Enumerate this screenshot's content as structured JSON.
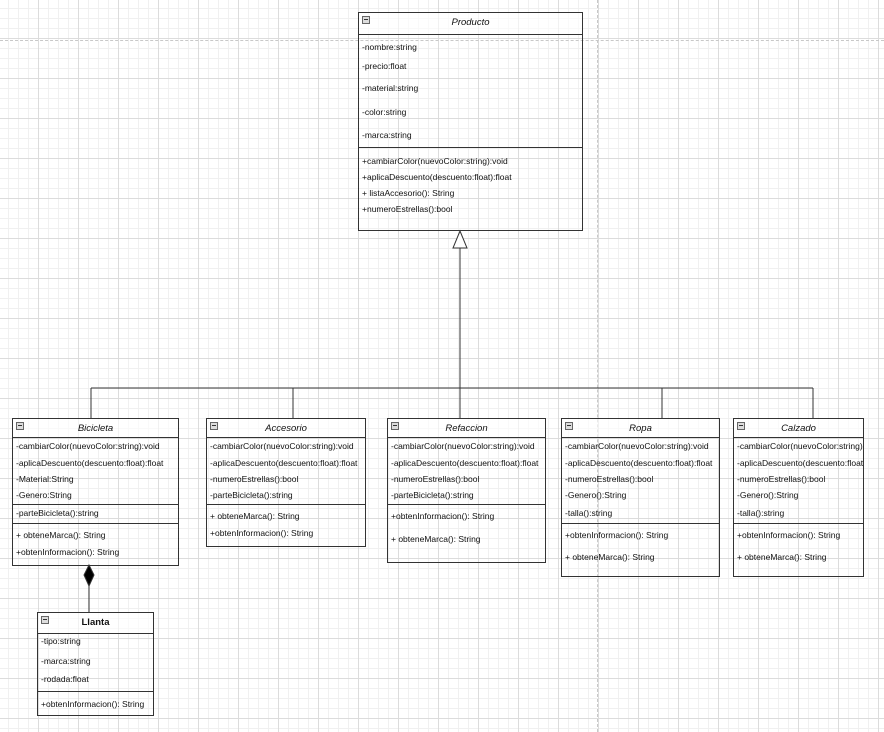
{
  "classes": [
    {
      "key": "producto",
      "name": "Producto",
      "bold": false,
      "attributes": [
        "-nombre:string",
        "-precio:float",
        "-material:string",
        "-color:string",
        "-marca:string"
      ],
      "methods": [
        "+cambiarColor(nuevoColor:string):void",
        "+aplicaDescuento(descuento:float):float",
        "+ listaAccesorio(): String",
        "+numeroEstrellas():bool"
      ]
    },
    {
      "key": "bicicleta",
      "name": "Bicicleta",
      "bold": false,
      "attributes": [
        "-cambiarColor(nuevoColor:string):void",
        "-aplicaDescuento(descuento:float):float",
        "-Material:String",
        "-Genero:String"
      ],
      "extra": [
        "-parteBicicleta():string"
      ],
      "methods": [
        "+ obteneMarca(): String",
        "+obtenInformacion(): String"
      ]
    },
    {
      "key": "accesorio",
      "name": "Accesorio",
      "bold": false,
      "attributes": [
        "-cambiarColor(nuevoColor:string):void",
        "-aplicaDescuento(descuento:float):float",
        "-numeroEstrellas():bool",
        "-parteBicicleta():string"
      ],
      "methods": [
        "+ obteneMarca(): String",
        "+obtenInformacion(): String"
      ]
    },
    {
      "key": "refaccion",
      "name": "Refaccion",
      "bold": false,
      "attributes": [
        "-cambiarColor(nuevoColor:string):void",
        "-aplicaDescuento(descuento:float):float",
        "-numeroEstrellas():bool",
        "-parteBicicleta():string"
      ],
      "methods": [
        "+obtenInformacion(): String",
        "+ obteneMarca(): String"
      ]
    },
    {
      "key": "ropa",
      "name": "Ropa",
      "bold": false,
      "attributes": [
        "-cambiarColor(nuevoColor:string):void",
        "-aplicaDescuento(descuento:float):float",
        "-numeroEstrellas():bool",
        "-Genero():String",
        "-talla():string"
      ],
      "methods": [
        "+obtenInformacion(): String",
        "+ obteneMarca(): String"
      ]
    },
    {
      "key": "calzado",
      "name": "Calzado",
      "bold": false,
      "attributes": [
        "-cambiarColor(nuevoColor:string):void",
        "-aplicaDescuento(descuento:float):float",
        "-numeroEstrellas():bool",
        "-Genero():String",
        "-talla():string"
      ],
      "methods": [
        "+obtenInformacion(): String",
        "+ obteneMarca(): String"
      ]
    },
    {
      "key": "llanta",
      "name": "Llanta",
      "bold": true,
      "attributes": [
        "-tipo:string",
        "-marca:string",
        "-rodada:float"
      ],
      "methods": [
        "+obtenInformacion(): String"
      ]
    }
  ],
  "relations": [
    {
      "type": "generalization",
      "from": [
        "bicicleta",
        "accesorio",
        "refaccion",
        "ropa",
        "calzado"
      ],
      "to": "producto"
    },
    {
      "type": "composition",
      "whole": "bicicleta",
      "part": "llanta"
    }
  ],
  "colors": {
    "line": "#333333",
    "grid": "#dcdcdc"
  }
}
